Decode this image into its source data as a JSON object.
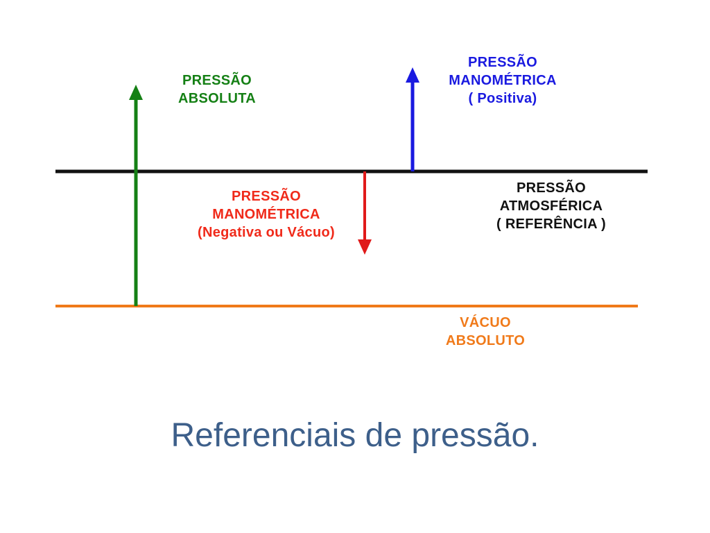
{
  "labels": {
    "absolute_pressure": [
      "PRESSÃO",
      "ABSOLUTA"
    ],
    "gauge_positive": [
      "PRESSÃO",
      "MANOMÉTRICA",
      "( Positiva)"
    ],
    "gauge_negative": [
      "PRESSÃO",
      "MANOMÉTRICA",
      "(Negativa ou Vácuo)"
    ],
    "atmospheric": [
      "PRESSÃO",
      "ATMOSFÉRICA",
      "( REFERÊNCIA )"
    ],
    "absolute_vacuum": [
      "VÁCUO",
      "ABSOLUTO"
    ]
  },
  "caption": "Referenciais de pressão.",
  "colors": {
    "atmospheric_line": "#111111",
    "vacuum_line": "#f07a1a",
    "absolute_arrow": "#158015",
    "positive_arrow": "#1a1ae0",
    "negative_arrow": "#e01a1a",
    "caption": "#3d5f8a"
  }
}
